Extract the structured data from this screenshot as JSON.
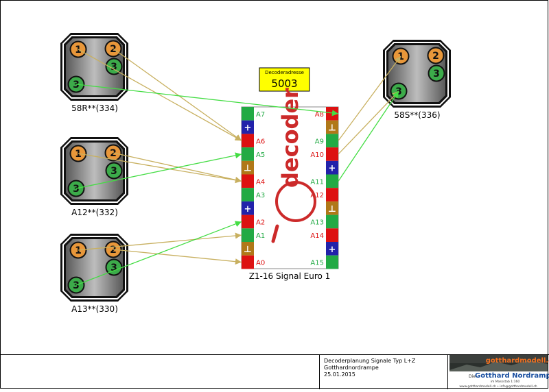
{
  "decoder": {
    "address_label": "Decoderadresse",
    "address_value": "5003",
    "brand": "decoder",
    "model": "Z1-16 Signal Euro 1",
    "left_pins": [
      "A7",
      "",
      "A6",
      "A5",
      "",
      "A4",
      "A3",
      "",
      "A2",
      "A1",
      "",
      "A0"
    ],
    "right_pins": [
      "A8",
      "",
      "A9",
      "A10",
      "",
      "A11",
      "A12",
      "",
      "A13",
      "A14",
      "",
      "A15"
    ]
  },
  "signals": [
    {
      "id": "58R",
      "label": "58R**(334)",
      "lamps": [
        "1",
        "2",
        "3",
        "3"
      ]
    },
    {
      "id": "A12",
      "label": "A12**(332)",
      "lamps": [
        "1",
        "2",
        "3",
        "3"
      ]
    },
    {
      "id": "A13",
      "label": "A13**(330)",
      "lamps": [
        "1",
        "2",
        "3",
        "3"
      ]
    },
    {
      "id": "58S",
      "label": "58S**(336)",
      "lamps": [
        "1",
        "2",
        "3",
        "3"
      ]
    }
  ],
  "symbols": {
    "plus": "+",
    "ground": "⊥"
  },
  "title_block": {
    "line1": "Decoderplanung Signale Typ L+Z",
    "line2": "Gotthardnordrampe",
    "line3": "25.01.2015"
  },
  "logo": {
    "site": "gotthardmodell.ch",
    "die": "Die",
    "name": "Gotthard Nordrampe",
    "scale": "im Massstab 1:160",
    "contact": "www.gotthardmodell.ch • info@gotthardmodell.ch"
  },
  "colors": {
    "red": "#dd1111",
    "green": "#22aa44",
    "brown": "#b07818",
    "blue": "#2222aa",
    "orange_lamp": "#e8973a",
    "green_lamp": "#3cab4a",
    "wire_gold": "#c8b060",
    "wire_green": "#44dd44",
    "address_bg": "#ffff00"
  }
}
